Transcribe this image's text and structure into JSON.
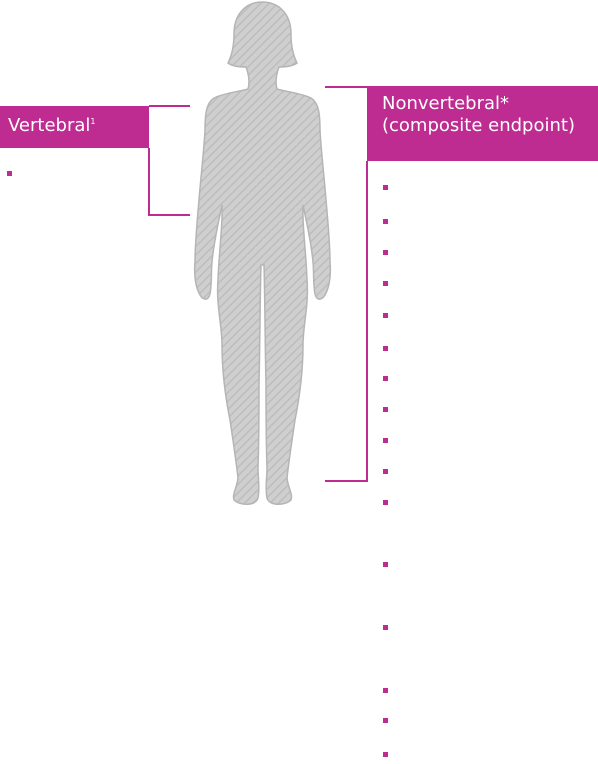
{
  "colors": {
    "accent": "#be2b91",
    "figure_fill": "#cfcfcf",
    "figure_stroke": "#b5b5b5"
  },
  "vertebral": {
    "label": "Vertebral",
    "superscript": "1",
    "bullets": [
      ""
    ]
  },
  "nonvertebral": {
    "label_line1": "Nonvertebral*",
    "label_line2": "(composite endpoint)",
    "bullets": [
      "",
      "",
      "",
      "",
      "",
      "",
      "",
      "",
      "",
      "",
      "",
      "",
      "",
      "",
      "",
      ""
    ]
  },
  "icons": {
    "figure": "human-body-silhouette-icon"
  }
}
